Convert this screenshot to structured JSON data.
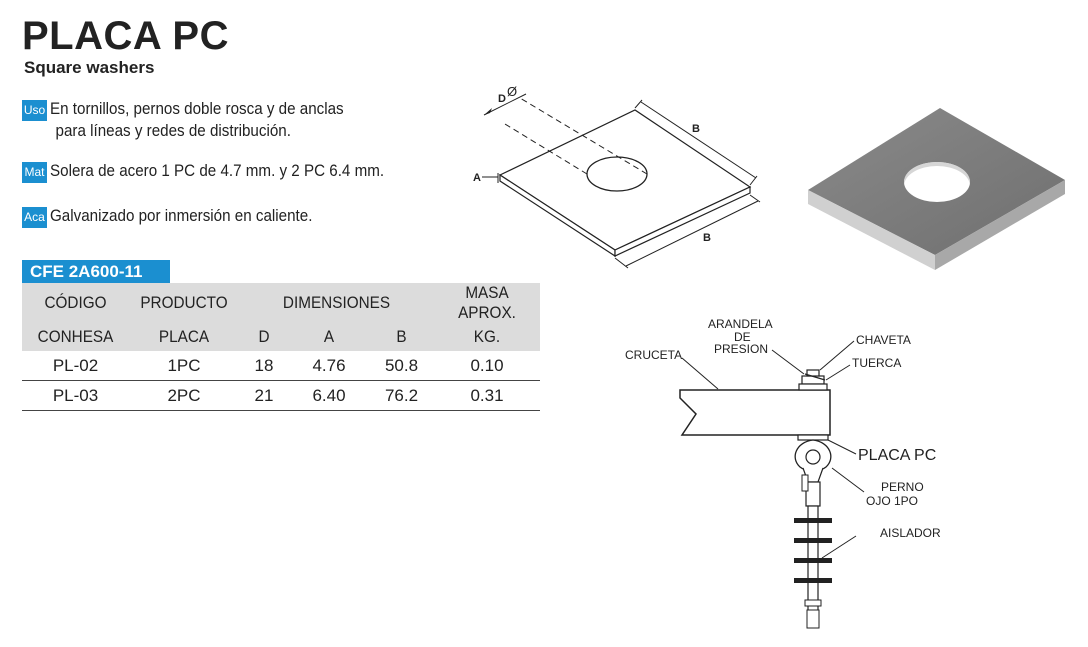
{
  "header": {
    "title": "PLACA PC",
    "subtitle": "Square washers"
  },
  "specs": [
    {
      "badge": "Uso",
      "lines": [
        "En tornillos, pernos doble rosca y de anclas",
        "para líneas y redes de distribución."
      ]
    },
    {
      "badge": "Mat",
      "lines": [
        "Solera de acero 1 PC de 4.7 mm. y 2 PC 6.4 mm."
      ]
    },
    {
      "badge": "Aca",
      "lines": [
        "Galvanizado por inmersión en caliente."
      ]
    }
  ],
  "standard": "CFE 2A600-11",
  "table": {
    "header_top": {
      "codigo": "CÓDIGO",
      "producto": "PRODUCTO",
      "dimensiones": "DIMENSIONES",
      "masa": "MASA APROX."
    },
    "header_bottom": {
      "codigo": "CONHESA",
      "producto": "PLACA",
      "d": "D",
      "a": "A",
      "b": "B",
      "masa": "KG."
    },
    "rows": [
      {
        "codigo": "PL-02",
        "producto": "1PC",
        "d": "18",
        "a": "4.76",
        "b": "50.8",
        "masa": "0.10"
      },
      {
        "codigo": "PL-03",
        "producto": "2PC",
        "d": "21",
        "a": "6.40",
        "b": "76.2",
        "masa": "0.31"
      }
    ]
  },
  "drawing": {
    "dim_d": "D",
    "dim_diam": "Ø",
    "dim_a": "A",
    "dim_b_top": "B",
    "dim_b_bottom": "B"
  },
  "assembly": {
    "arandela": [
      "ARANDELA",
      "DE",
      "PRESION"
    ],
    "chaveta": "CHAVETA",
    "tuerca": "TUERCA",
    "cruceta": "CRUCETA",
    "placa": "PLACA PC",
    "perno": [
      "PERNO",
      "OJO 1PO"
    ],
    "aislador": "AISLADOR"
  }
}
